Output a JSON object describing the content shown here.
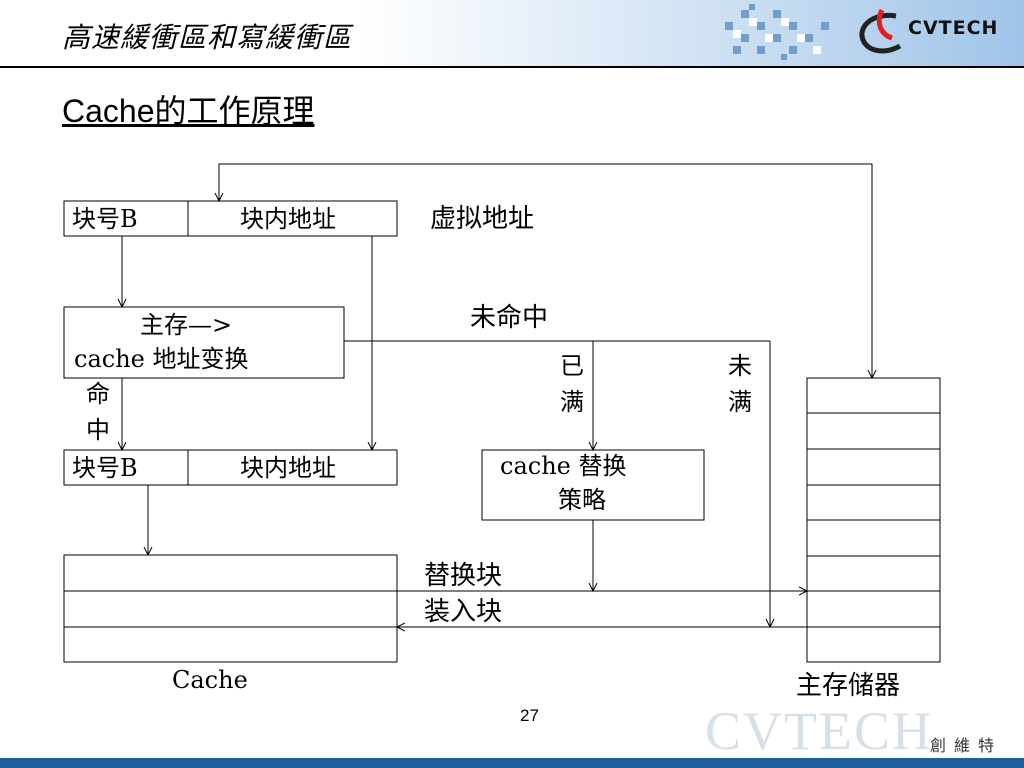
{
  "header": {
    "title": "高速緩衝區和寫緩衝區",
    "logo_text": "CVTECH"
  },
  "slide": {
    "subtitle": "Cache的工作原理",
    "page_number": "27"
  },
  "diagram": {
    "virtual_addr": {
      "block": "块号B",
      "offset": "块内地址",
      "label": "虚拟地址"
    },
    "translate": {
      "line1": "主存—>",
      "line2": "cache  地址变换"
    },
    "hit": {
      "c1": "命",
      "c2": "中"
    },
    "physical_addr": {
      "block": "块号B",
      "offset": "块内地址"
    },
    "miss": "未命中",
    "full": {
      "c1": "已",
      "c2": "满"
    },
    "not_full": {
      "c1": "未",
      "c2": "满"
    },
    "replace": {
      "line1": "cache  替换",
      "line2": "策略"
    },
    "replace_block": "替换块",
    "load_block": "装入块",
    "cache_label": "Cache",
    "memory_label": "主存储器"
  },
  "watermark": {
    "text": "CVTECH",
    "cn": "創維特"
  },
  "colors": {
    "footer": "#1f5f9c",
    "header_gradient_end": "#9fc4e8"
  }
}
